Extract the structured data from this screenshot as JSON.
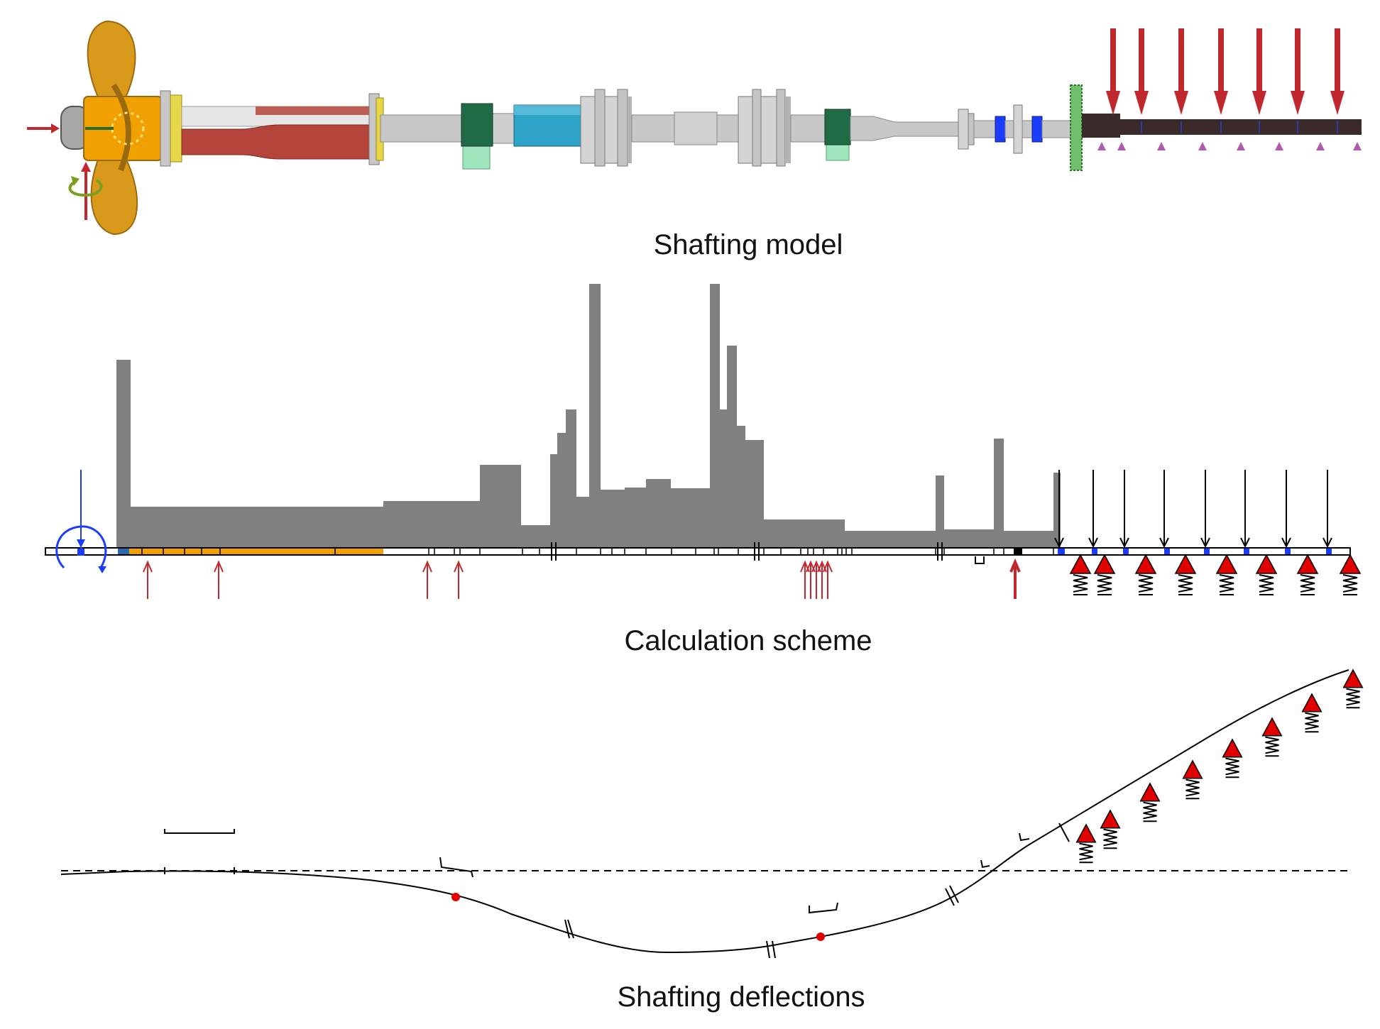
{
  "panels": {
    "model": {
      "caption": "Shafting model"
    },
    "scheme": {
      "caption": "Calculation scheme"
    },
    "deflections": {
      "caption": "Shafting deflections"
    }
  },
  "colors": {
    "propeller": "#d99a1c",
    "hub": "#f0a000",
    "shaft": "#c8c8c8",
    "stern_tube": "#b5453a",
    "green_bearing": "#1f6b45",
    "light_green_support": "#9fe6bd",
    "blue_coupling": "#2ea3c8",
    "engine_shaft": "#3a2a2a",
    "force_arrow": "#c0282e",
    "support_triangle": "#b05ab0",
    "stiffness_profile": "#808080",
    "orange_segment": "#f0a000",
    "node_blue": "#1a3cff",
    "moment_blue": "#1a3cff",
    "spring_red": "#e00000",
    "dashed_line": "#000000",
    "deflection_point": "#e00000"
  },
  "icons": [
    "propeller-icon",
    "force-arrow-icon",
    "moment-arrow-icon",
    "spring-support-icon",
    "bearing-arrow-icon",
    "flywheel-icon"
  ]
}
